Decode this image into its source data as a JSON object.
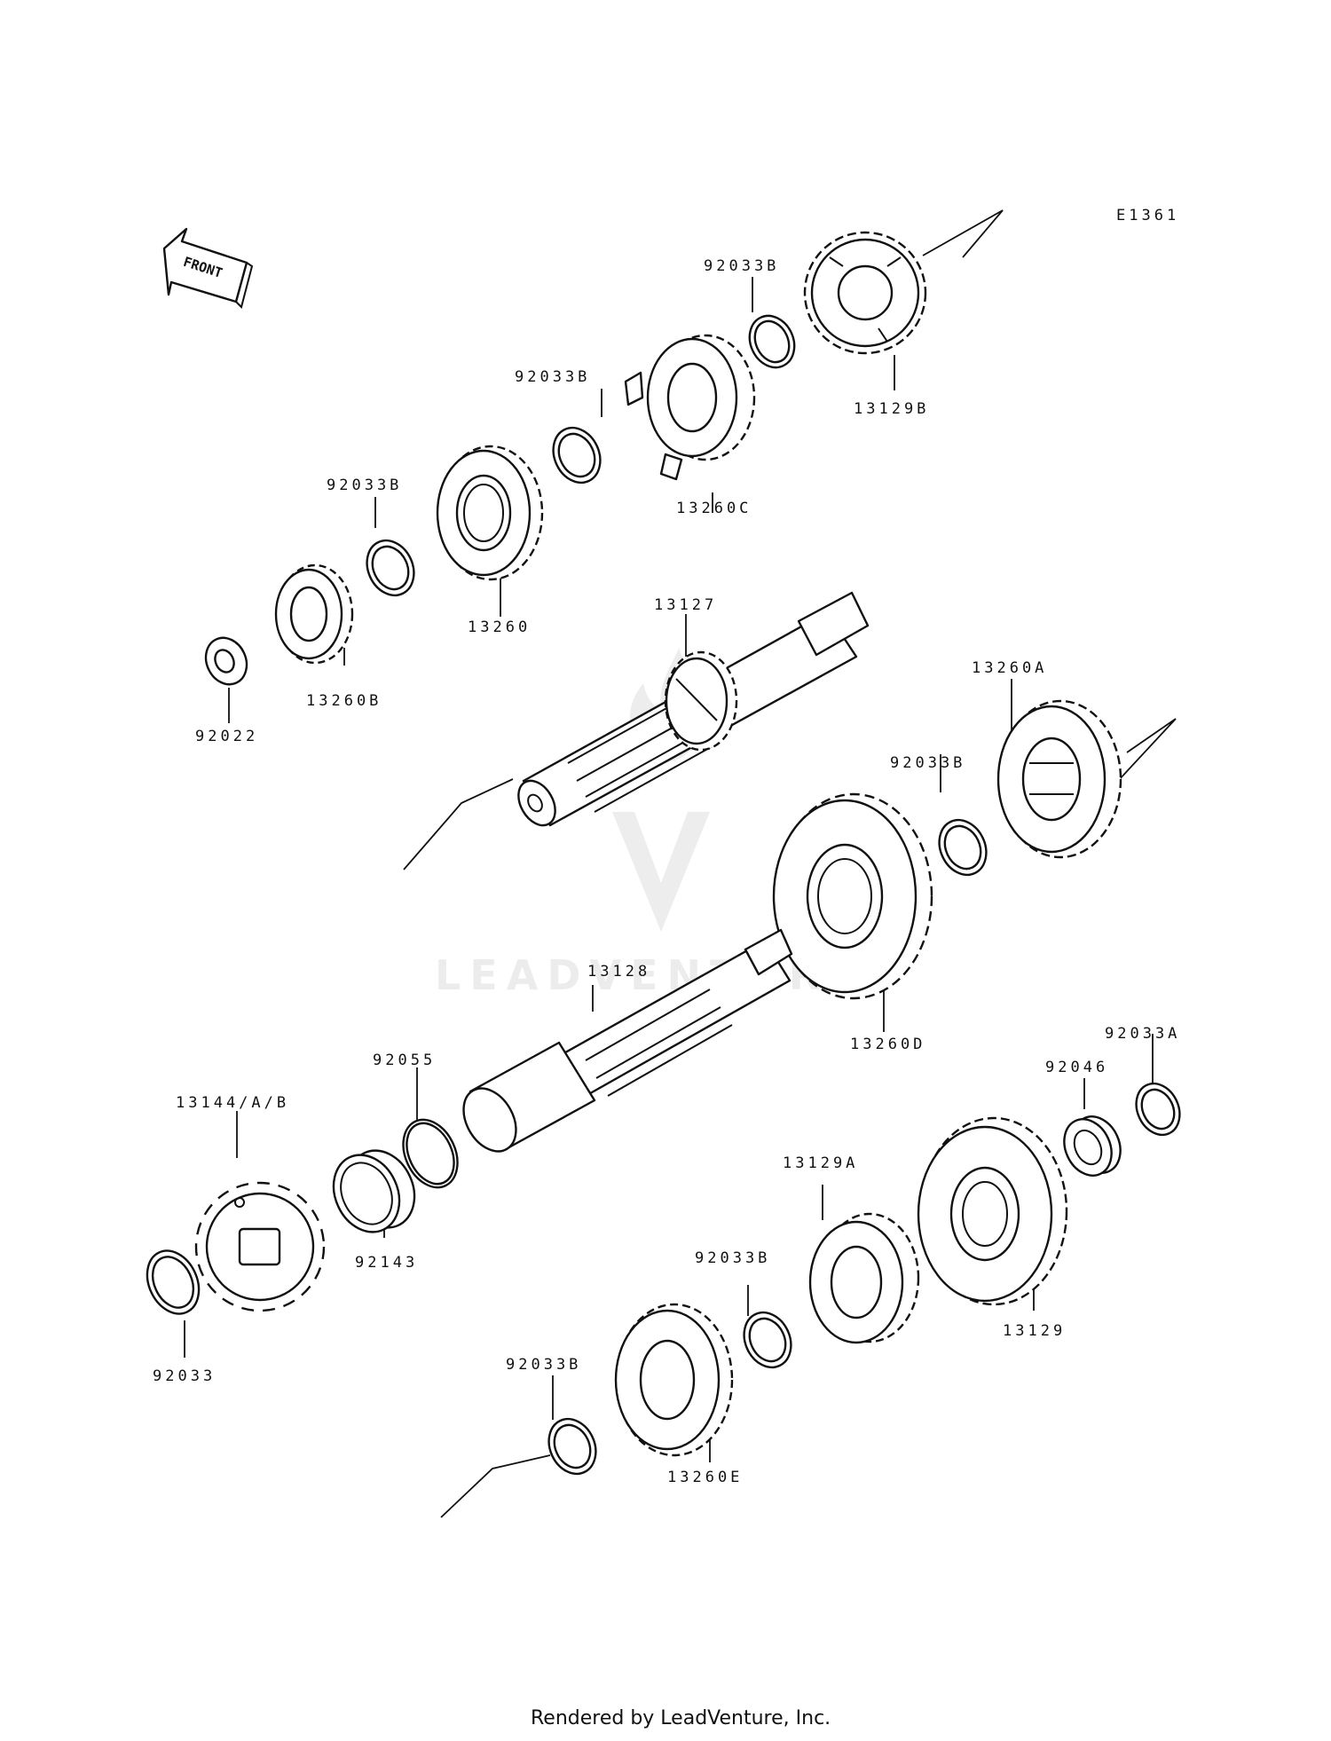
{
  "diagram": {
    "code": "E1361",
    "front_label": "FRONT",
    "watermark": "LEADVENTURE",
    "footer": "Rendered by LeadVenture, Inc."
  },
  "labels": {
    "p92033B_top": "92033B",
    "p13129B": "13129B",
    "p92033B_mid": "92033B",
    "p13260C": "13260C",
    "p92033B_left": "92033B",
    "p13260": "13260",
    "p13127": "13127",
    "p13260B": "13260B",
    "p92022": "92022",
    "p13260A": "13260A",
    "p92033B_right": "92033B",
    "p13128": "13128",
    "p13260D": "13260D",
    "p92033A": "92033A",
    "p92046": "92046",
    "p92055": "92055",
    "p13144": "13144/A/B",
    "p92143": "92143",
    "p13129A": "13129A",
    "p92033B_low": "92033B",
    "p13129": "13129",
    "p92033": "92033",
    "p92033B_bottom": "92033B",
    "p13260E": "13260E"
  }
}
